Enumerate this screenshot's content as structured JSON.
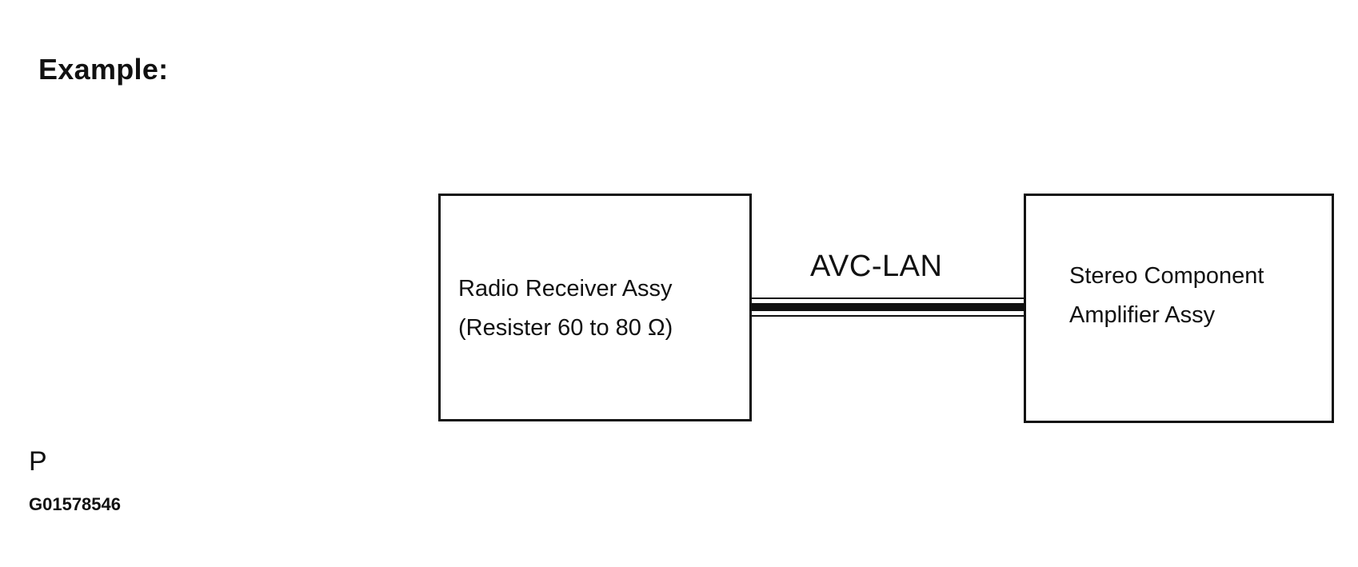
{
  "heading": "Example:",
  "diagram": {
    "left_box": {
      "line1": "Radio Receiver Assy",
      "line2": "(Resister 60 to 80 Ω)"
    },
    "right_box": {
      "line1": "Stereo Component",
      "line2": "Amplifier Assy"
    },
    "connection_label": "AVC-LAN"
  },
  "figure_code": {
    "letter": "P",
    "number": "G01578546"
  }
}
